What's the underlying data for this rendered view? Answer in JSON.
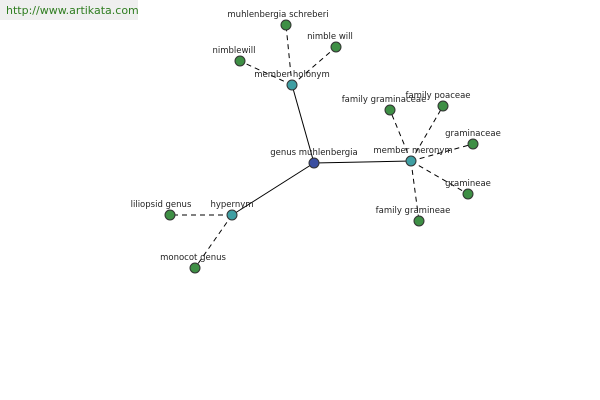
{
  "watermark": {
    "url": "http://www.artikata.com"
  },
  "colors": {
    "center": "#3a4ea0",
    "relation": "#3f9fa3",
    "leaf": "#3e8f45"
  },
  "graph": {
    "center": {
      "id": "center",
      "label": "genus muhlenbergia"
    },
    "relations": [
      {
        "id": "member-holonym",
        "label": "member holonym",
        "leaves": [
          {
            "id": "muhlenbergia-schreberi",
            "label": "muhlenbergia schreberi"
          },
          {
            "id": "nimblewill",
            "label": "nimblewill"
          },
          {
            "id": "nimble-will",
            "label": "nimble will"
          }
        ]
      },
      {
        "id": "member-meronym",
        "label": "member meronym",
        "leaves": [
          {
            "id": "family-graminaceae",
            "label": "family graminaceae"
          },
          {
            "id": "family-poaceae",
            "label": "family poaceae"
          },
          {
            "id": "graminaceae",
            "label": "graminaceae"
          },
          {
            "id": "gramineae",
            "label": "gramineae"
          },
          {
            "id": "family-gramineae",
            "label": "family gramineae"
          }
        ]
      },
      {
        "id": "hypernym",
        "label": "hypernym",
        "leaves": [
          {
            "id": "liliopsid-genus",
            "label": "liliopsid genus"
          },
          {
            "id": "monocot-genus",
            "label": "monocot genus"
          }
        ]
      }
    ]
  }
}
